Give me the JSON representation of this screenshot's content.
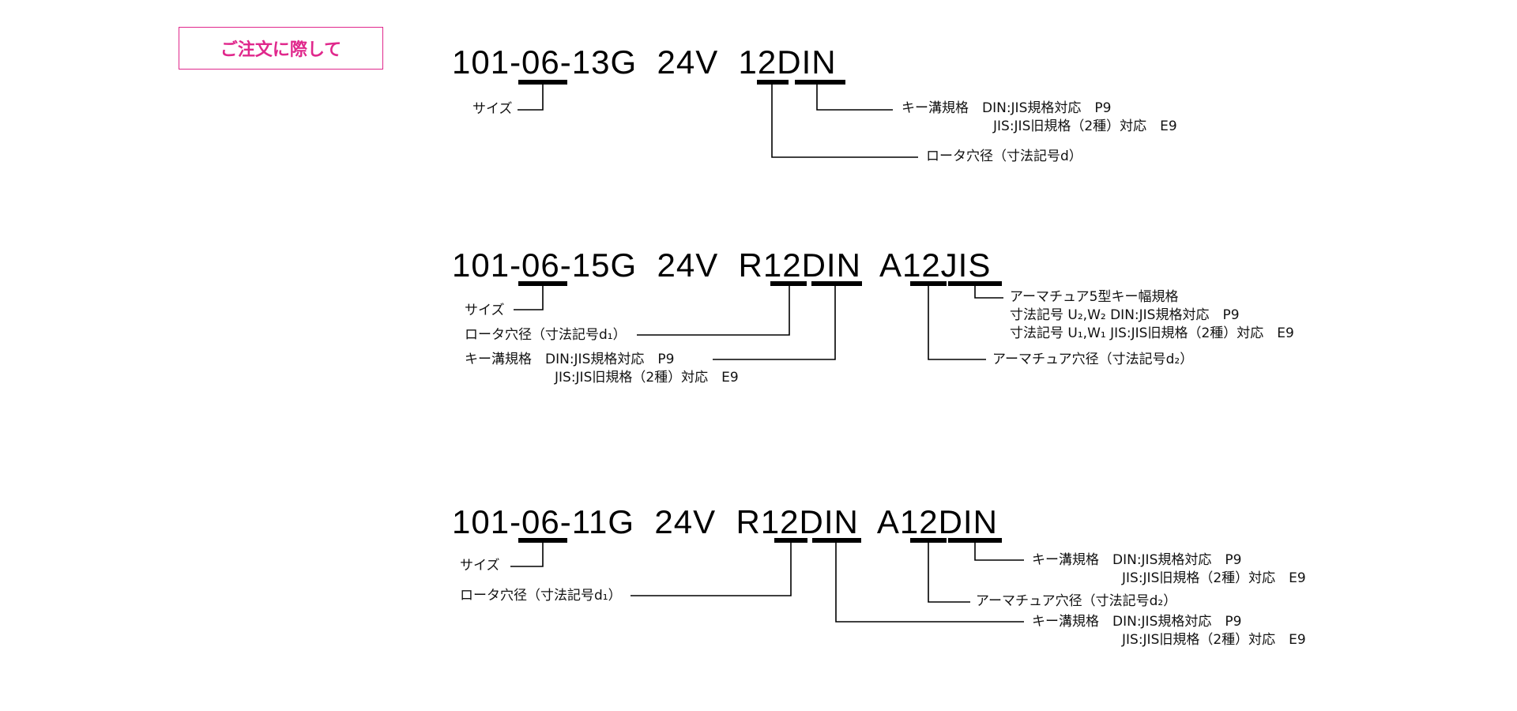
{
  "badge": {
    "label": "ご注文に際して"
  },
  "examples": [
    {
      "code": "101-06-13G  24V  12DIN",
      "labels": {
        "size": "サイズ",
        "key_line1": "キー溝規格　DIN:JIS規格対応　P9",
        "key_line2": "JIS:JIS旧規格（2種）対応　E9",
        "rotor": "ロータ穴径（寸法記号d）"
      }
    },
    {
      "code": "101-06-15G  24V  R12DIN  A12JIS",
      "labels": {
        "size": "サイズ",
        "rotor": "ロータ穴径（寸法記号d₁）",
        "key_line1": "キー溝規格　DIN:JIS規格対応　P9",
        "key_line2": "JIS:JIS旧規格（2種）対応　E9",
        "arm_key_line1": "アーマチュア5型キー幅規格",
        "arm_key_line2": "寸法記号 U₂,W₂ DIN:JIS規格対応　P9",
        "arm_key_line3": "寸法記号 U₁,W₁ JIS:JIS旧規格（2種）対応　E9",
        "arm_bore": "アーマチュア穴径（寸法記号d₂）"
      }
    },
    {
      "code": "101-06-11G  24V  R12DIN  A12DIN",
      "labels": {
        "size": "サイズ",
        "rotor": "ロータ穴径（寸法記号d₁）",
        "arm_key_line1": "キー溝規格　DIN:JIS規格対応　P9",
        "arm_key_line2": "JIS:JIS旧規格（2種）対応　E9",
        "arm_bore": "アーマチュア穴径（寸法記号d₂）",
        "key_line1": "キー溝規格　DIN:JIS規格対応　P9",
        "key_line2": "JIS:JIS旧規格（2種）対応　E9"
      }
    }
  ]
}
